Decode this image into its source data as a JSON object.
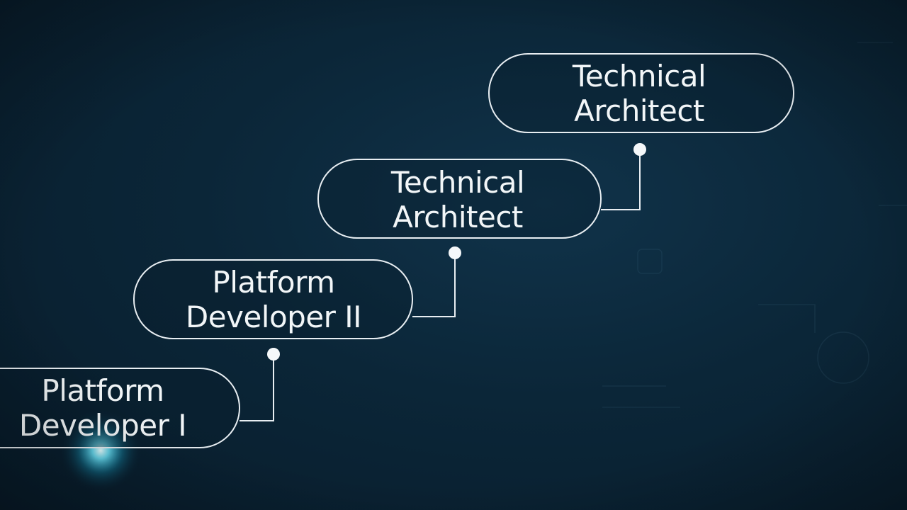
{
  "nodes": [
    {
      "id": "platform-developer-1",
      "line1": "Platform",
      "line2": "Developer I"
    },
    {
      "id": "platform-developer-2",
      "line1": "Platform",
      "line2": "Developer II"
    },
    {
      "id": "technical-architect-1",
      "line1": "Technical",
      "line2": "Architect"
    },
    {
      "id": "technical-architect-2",
      "line1": "Technical",
      "line2": "Architect"
    }
  ],
  "colors": {
    "background": "#0b2638",
    "outline": "#e8eef2",
    "text": "#f2f6f8",
    "glow": "#3fd4f0"
  }
}
